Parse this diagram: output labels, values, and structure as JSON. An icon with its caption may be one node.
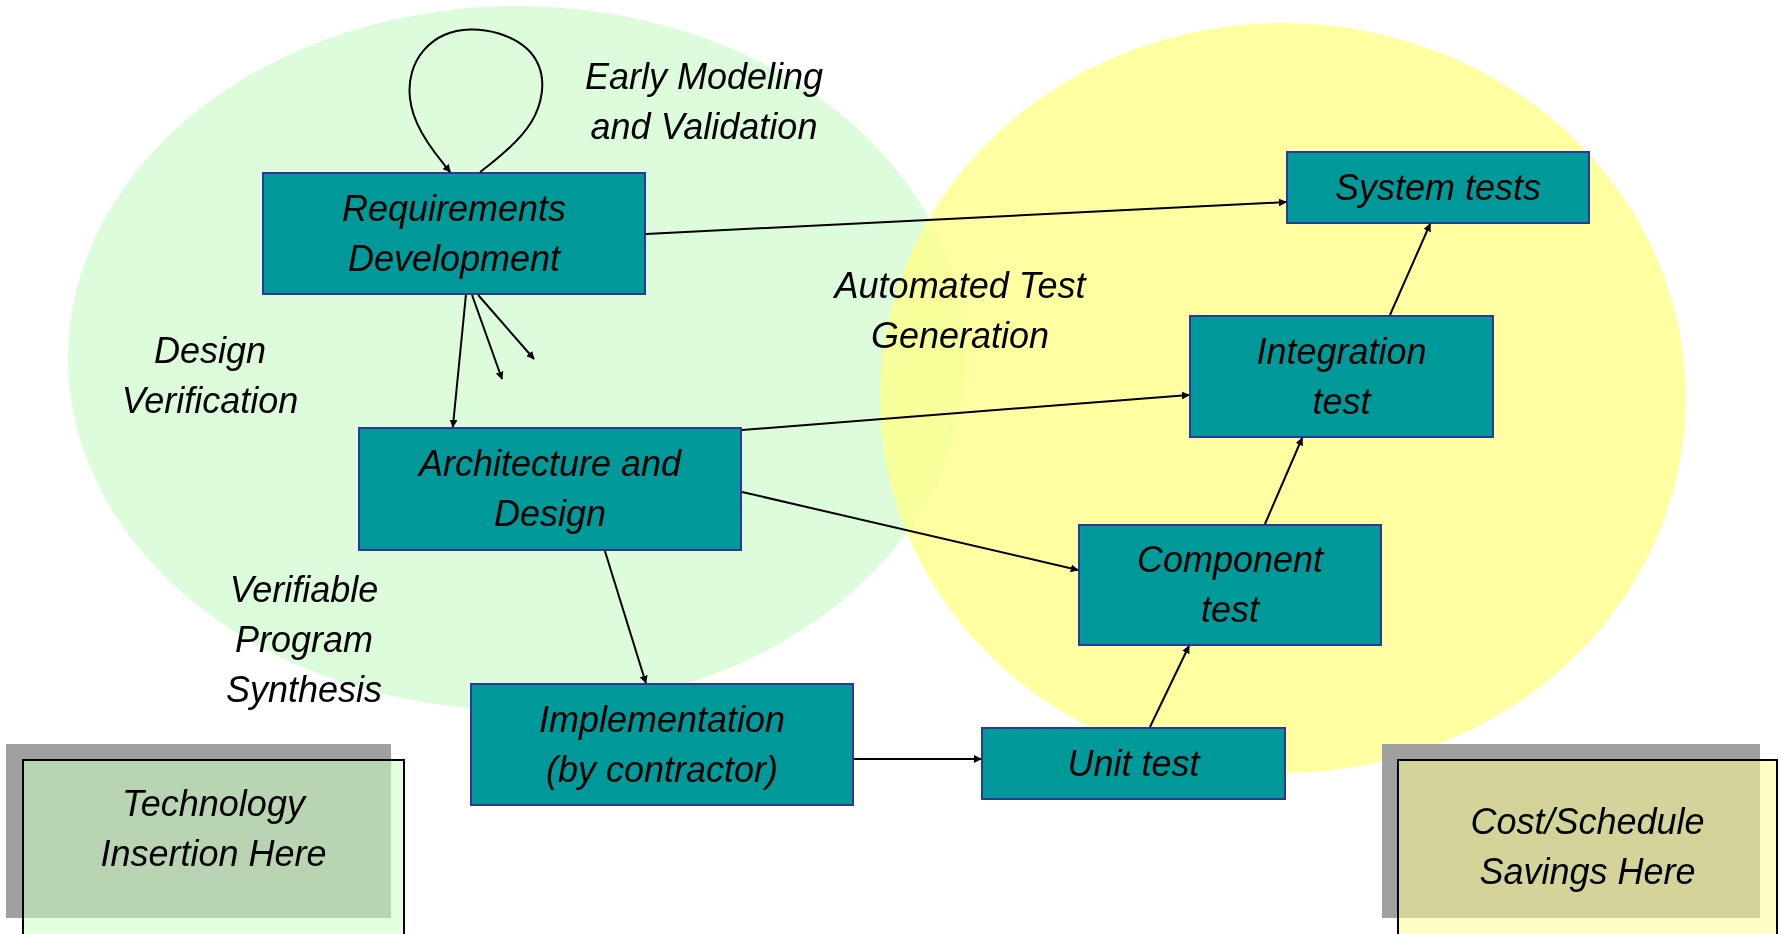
{
  "diagram": {
    "nodes": [
      {
        "text": [
          "Requirements Development"
        ]
      },
      {
        "text": [
          "Architecture and Design"
        ]
      },
      {
        "text": [
          "Implementation (by contractor)"
        ]
      },
      {
        "text": [
          "System tests"
        ]
      },
      {
        "text": [
          "Integration test"
        ]
      },
      {
        "text": [
          "Component test"
        ]
      },
      {
        "text": [
          "Unit test"
        ]
      },
      {
        "text": [
          "Technology Insertion Here"
        ]
      },
      {
        "text": [
          "Cost/Schedule Savings Here"
        ]
      }
    ],
    "edges": [
      {
        "from": 0,
        "to": 0,
        "arrow": "to"
      },
      {
        "from": 0,
        "to": 1,
        "arrow": "to"
      },
      {
        "from": 0,
        "to": null,
        "arrow": "to"
      },
      {
        "from": 0,
        "to": null,
        "arrow": "to"
      },
      {
        "from": 0,
        "to": 3,
        "arrow": "to"
      },
      {
        "from": 1,
        "to": 4,
        "arrow": "to"
      },
      {
        "from": 1,
        "to": 5,
        "arrow": "to"
      },
      {
        "from": 1,
        "to": 2,
        "arrow": "to"
      },
      {
        "from": 2,
        "to": 6,
        "arrow": "to"
      },
      {
        "from": 6,
        "to": 5,
        "arrow": "to"
      },
      {
        "from": 5,
        "to": 4,
        "arrow": "to"
      },
      {
        "from": 4,
        "to": 3,
        "arrow": "to"
      }
    ],
    "labels": [
      "Early Modeling and Validation",
      "Design Verification",
      "Automated Test Generation",
      "Verifiable Program Synthesis"
    ]
  }
}
